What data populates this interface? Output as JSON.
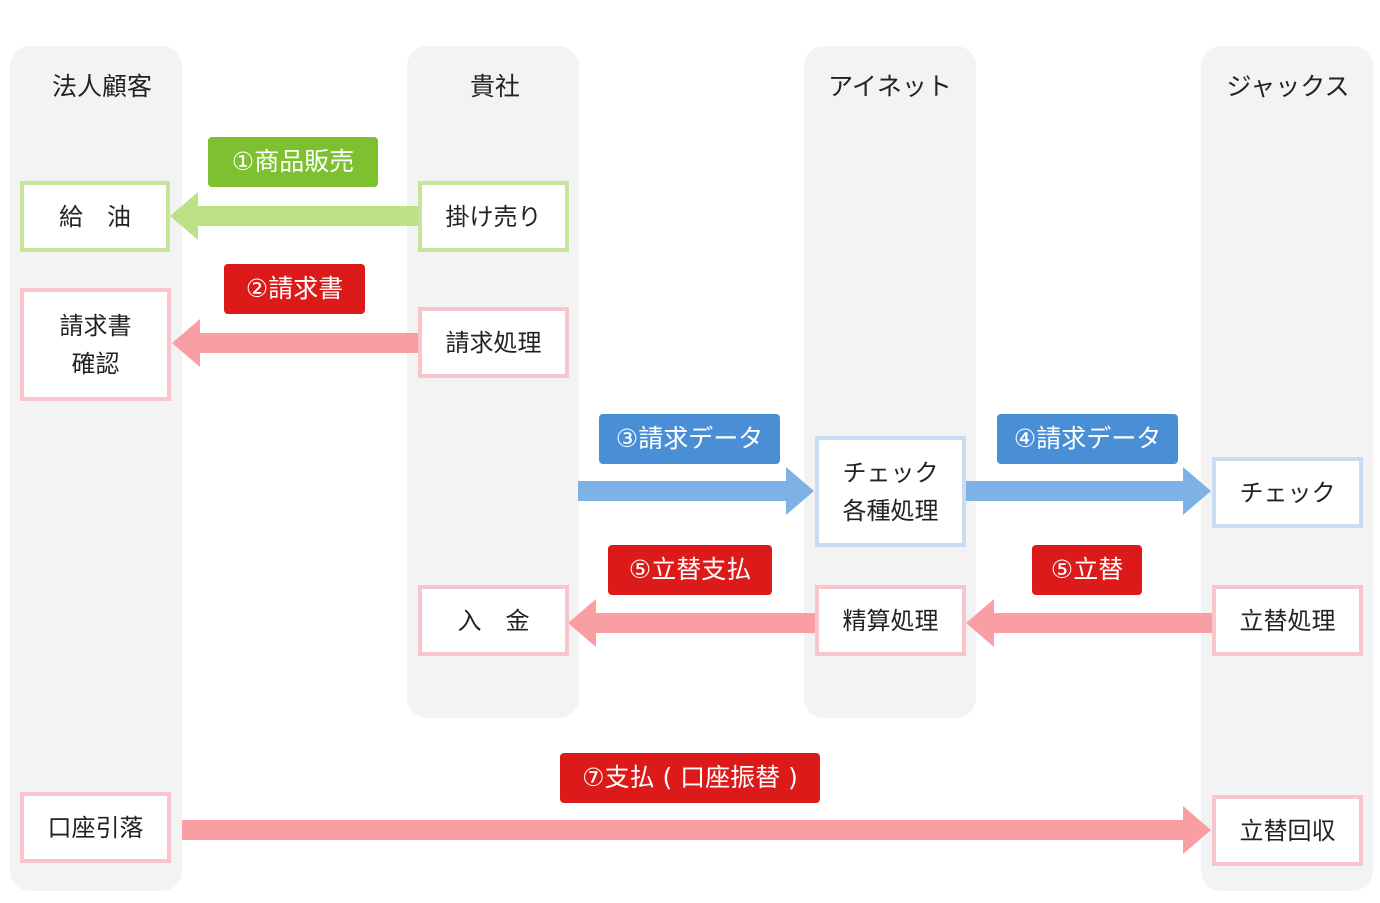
{
  "lanes": {
    "customer": "法人顧客",
    "company": "貴社",
    "inet": "アイネット",
    "jacks": "ジャックス"
  },
  "boxes": {
    "refuel": "給　油",
    "credit_sale": "掛け売り",
    "invoice_check": "請求書\n確認",
    "billing_process": "請求処理",
    "check_various": "チェック\n各種処理",
    "check": "チェック",
    "deposit": "入　金",
    "settlement": "精算処理",
    "advance_process": "立替処理",
    "account_debit": "口座引落",
    "advance_recovery": "立替回収"
  },
  "labels": {
    "step1": "①商品販売",
    "step2": "②請求書",
    "step3": "③請求データ",
    "step4": "④請求データ",
    "step5a": "⑤立替支払",
    "step5b": "⑤立替",
    "step7": "⑦支払 ( 口座振替 )"
  },
  "colors": {
    "green_label": "#7dc030",
    "green_arrow": "#bde285",
    "red_label": "#dd1a1a",
    "pink_arrow": "#f99ea3",
    "blue_label": "#4a8fd6",
    "blue_arrow": "#7eb2e6"
  }
}
